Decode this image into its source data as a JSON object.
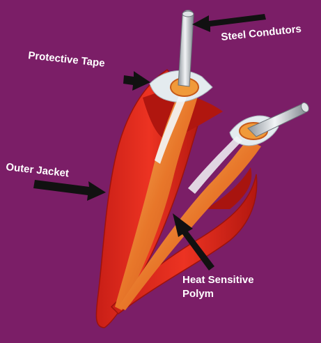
{
  "colors": {
    "background": "#7b1e67",
    "jacket": "#d8261c",
    "jacket_dark": "#a8140f",
    "tape": "#dfe6ea",
    "polymer": "#f2a24a",
    "steel": "#c8ccd0",
    "arrow": "#111111",
    "label": "#ffffff"
  },
  "labels": {
    "steel_conductors": "Steel Condutors",
    "protective_tape": "Protective Tape",
    "outer_jacket": "Outer Jacket",
    "heat_sensitive_line1": "Heat Sensitive",
    "heat_sensitive_line2": "Polym"
  }
}
